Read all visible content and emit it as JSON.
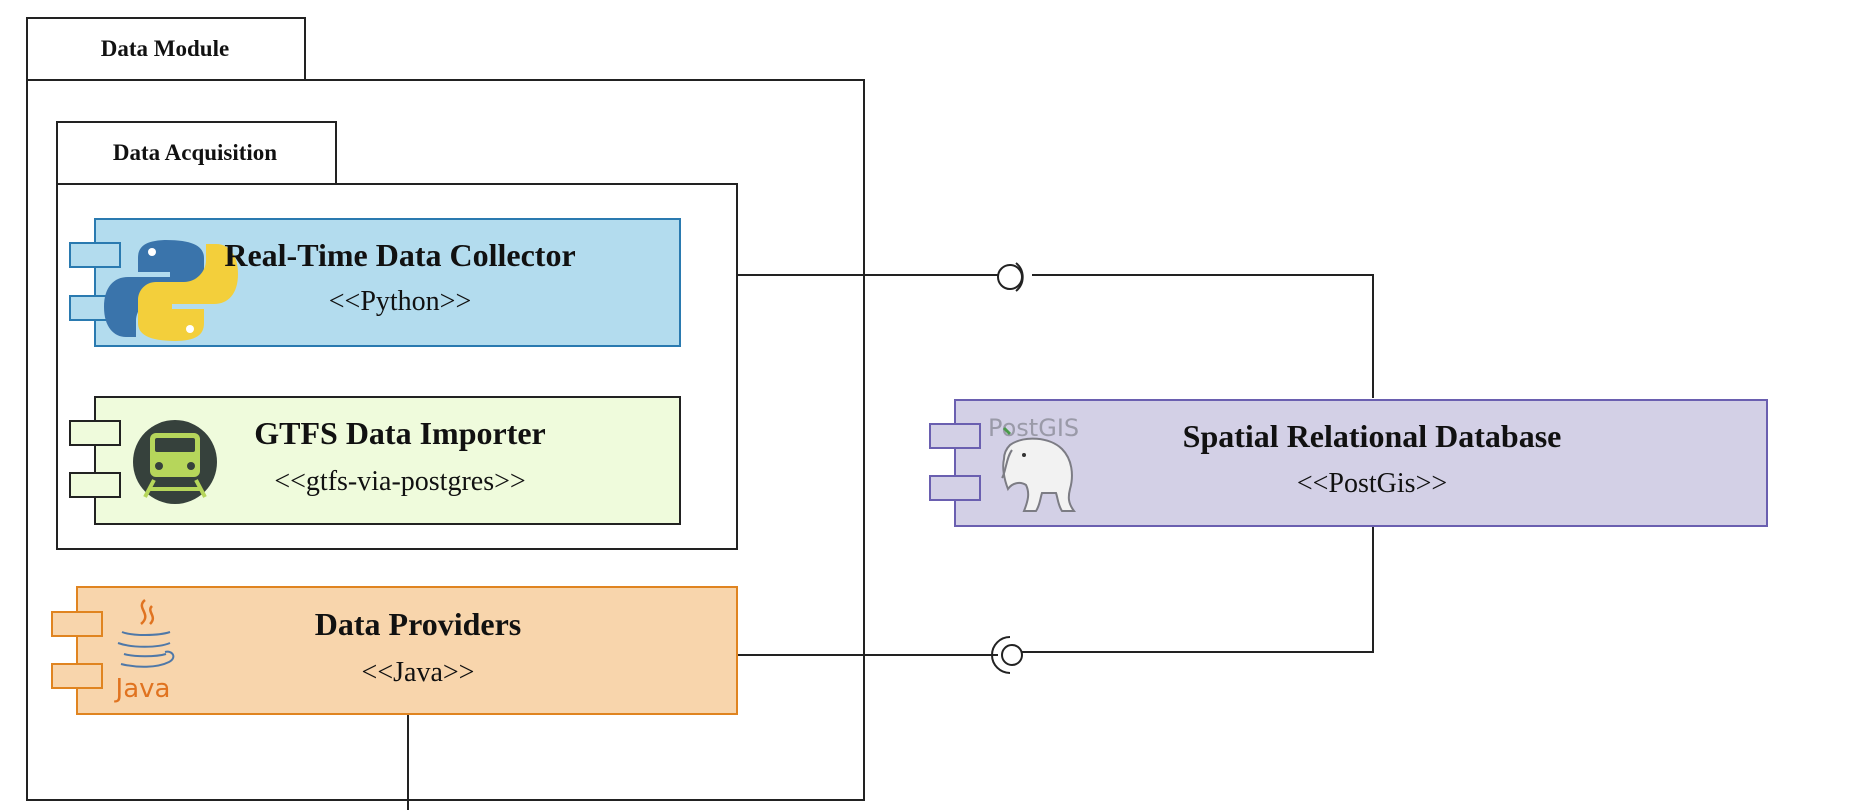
{
  "packages": {
    "data_module": {
      "label": "Data Module"
    },
    "data_acquisition": {
      "label": "Data Acquisition"
    }
  },
  "components": {
    "realtime_collector": {
      "name": "Real-Time Data Collector",
      "stereotype": "<<Python>>",
      "icon": "python-logo",
      "fill": "#b3dcee",
      "stroke": "#2a7ab0"
    },
    "gtfs_importer": {
      "name": "GTFS Data Importer",
      "stereotype": "<<gtfs-via-postgres>>",
      "icon": "train-icon",
      "fill": "#effbdc",
      "stroke": "#222222"
    },
    "data_providers": {
      "name": "Data Providers",
      "stereotype": "<<Java>>",
      "icon": "java-logo",
      "icon_text": "Java",
      "fill": "#f8d5ac",
      "stroke": "#e08420"
    },
    "spatial_db": {
      "name": "Spatial Relational Database",
      "stereotype": "<<PostGis>>",
      "icon": "postgis-elephant-logo",
      "icon_text": "PostGIS",
      "fill": "#d3d0e6",
      "stroke": "#6a5fb0"
    }
  },
  "connectors": [
    {
      "from": "realtime_collector",
      "to": "spatial_db",
      "type": "required-interface"
    },
    {
      "from": "data_providers",
      "to": "spatial_db",
      "type": "required-interface"
    }
  ]
}
